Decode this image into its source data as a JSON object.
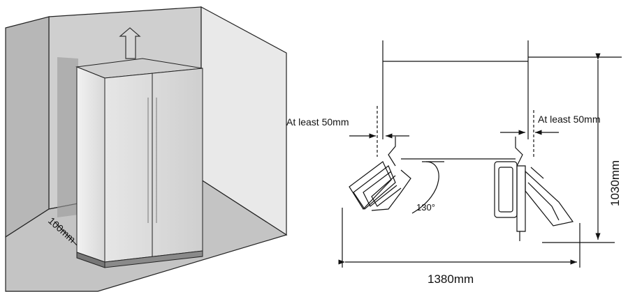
{
  "labels": {
    "clearance_back": "100mm",
    "side_left": "At least 50mm",
    "side_right": "At least 50mm",
    "door_angle": "130°",
    "depth": "1030mm",
    "width": "1380mm"
  },
  "icons": {
    "airflow": "up-arrow-icon",
    "fridge": "side-by-side-refrigerator-icon"
  }
}
